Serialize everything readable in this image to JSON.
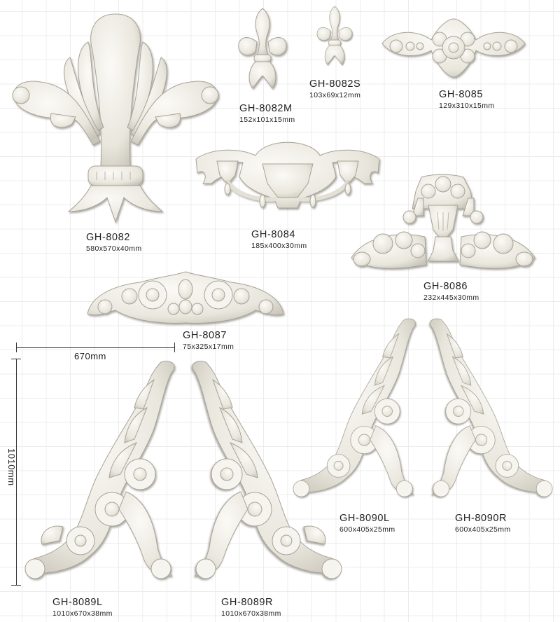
{
  "catalog": {
    "background": "#ffffff",
    "grid_color": "#ececec",
    "ornament_color": "#f1efe8",
    "ornament_shadow": "#9a968c"
  },
  "products": [
    {
      "code": "GH-8082",
      "size": "580x570x40mm"
    },
    {
      "code": "GH-8082M",
      "size": "152x101x15mm"
    },
    {
      "code": "GH-8082S",
      "size": "103x69x12mm"
    },
    {
      "code": "GH-8085",
      "size": "129x310x15mm"
    },
    {
      "code": "GH-8084",
      "size": "185x400x30mm"
    },
    {
      "code": "GH-8086",
      "size": "232x445x30mm"
    },
    {
      "code": "GH-8087",
      "size": "75x325x17mm"
    },
    {
      "code": "GH-8089L",
      "size": "1010x670x38mm"
    },
    {
      "code": "GH-8089R",
      "size": "1010x670x38mm"
    },
    {
      "code": "GH-8090L",
      "size": "600x405x25mm"
    },
    {
      "code": "GH-8090R",
      "size": "600x405x25mm"
    }
  ],
  "dimensions": {
    "width_label": "670mm",
    "height_label": "1010mm"
  }
}
